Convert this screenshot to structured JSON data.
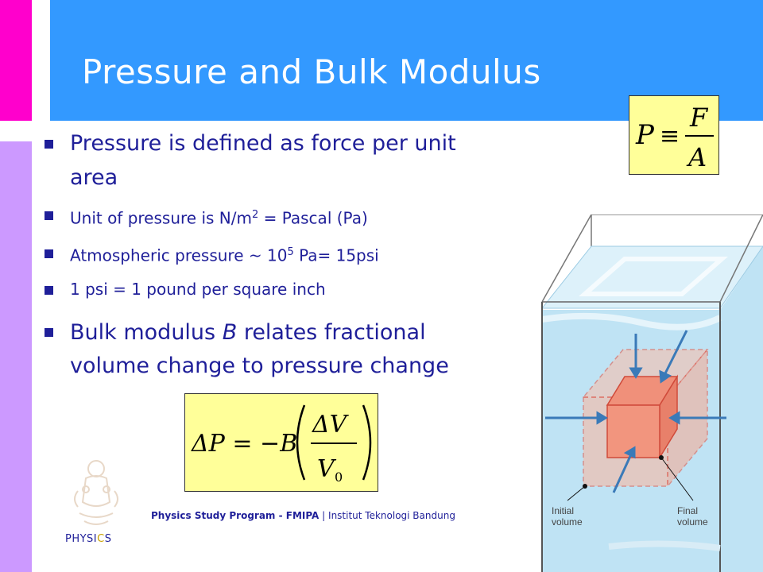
{
  "slide": {
    "title": "Pressure and Bulk Modulus",
    "bullets": [
      {
        "text": "Pressure is defined as force per unit"
      },
      {
        "text_cont": "area"
      },
      {
        "pre": "Unit of pressure is N/m",
        "sup": "2",
        "post": " = Pascal (Pa)"
      },
      {
        "pre": "Atmospheric pressure ~ 10",
        "sup": "5",
        "post": " Pa= 15psi"
      },
      {
        "text": "1 psi = 1 pound per square inch"
      },
      {
        "pre": "Bulk modulus ",
        "em": "B",
        "post": " relates fractional"
      },
      {
        "text_cont": "volume change to pressure change"
      }
    ],
    "equation1": {
      "lhs": "P",
      "symbol": "≡",
      "num": "F",
      "den": "A"
    },
    "equation2": {
      "lhs": "ΔP = −B",
      "num": "ΔV",
      "den": "V",
      "den_sub": "0"
    },
    "figure": {
      "label_initial_1": "Initial",
      "label_initial_2": "volume",
      "label_final_1": "Final",
      "label_final_2": "volume"
    },
    "footer": {
      "program": "Physics Study Program - FMIPA",
      "separator": " | ",
      "institute": "Institut Teknologi Bandung"
    },
    "brand": "PHYSI",
    "brand_tail": "S"
  },
  "colors": {
    "magenta": "#ff00cc",
    "lilac": "#cc99ff",
    "header": "#3399ff",
    "text": "#1f1f99",
    "equation_bg": "#ffff99"
  }
}
